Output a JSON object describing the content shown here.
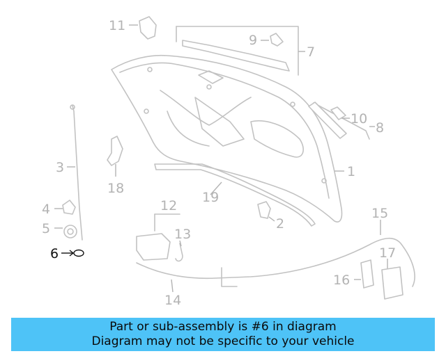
{
  "callouts": {
    "c1": "1",
    "c2": "2",
    "c3": "3",
    "c4": "4",
    "c5": "5",
    "c6": "6",
    "c7": "7",
    "c8": "8",
    "c9": "9",
    "c10": "10",
    "c11": "11",
    "c12": "12",
    "c13": "13",
    "c14": "14",
    "c15": "15",
    "c16": "16",
    "c17": "17",
    "c18": "18",
    "c19": "19"
  },
  "highlighted_part": "6",
  "banner": {
    "line1": "Part or sub-assembly is #6 in diagram",
    "line2": "Diagram may not be specific to your vehicle"
  },
  "colors": {
    "banner": "#4ec3f7",
    "part_line": "#c2c2c2",
    "highlight": "#111111"
  }
}
